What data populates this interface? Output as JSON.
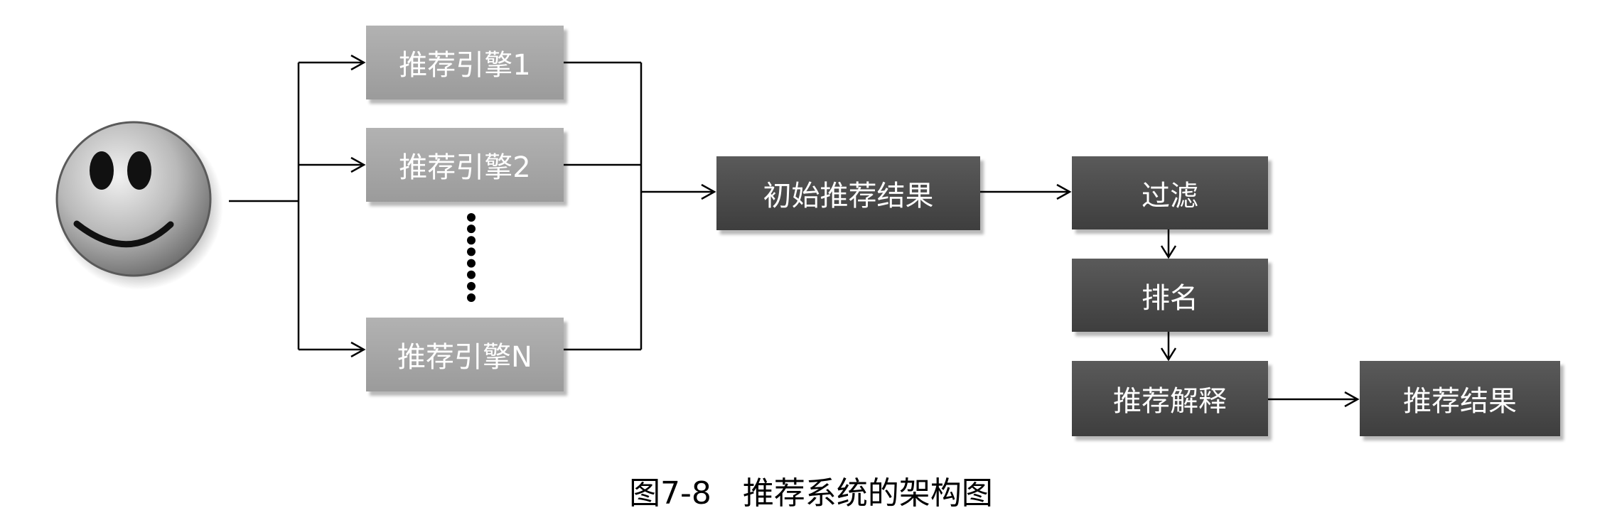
{
  "engines": {
    "engine1": "推荐引擎1",
    "engine2": "推荐引擎2",
    "engineN": "推荐引擎N",
    "ellipsis_dots": 8
  },
  "initial_results": "初始推荐结果",
  "filter": "过滤",
  "ranking": "排名",
  "explanation": "推荐解释",
  "final_results": "推荐结果",
  "caption": "图7-8　推荐系统的架构图",
  "icons": {
    "user": "smiley-face-icon"
  },
  "colors": {
    "light_box": "#a8a8a8",
    "dark_box": "#4b4b4b",
    "line": "#000000"
  }
}
